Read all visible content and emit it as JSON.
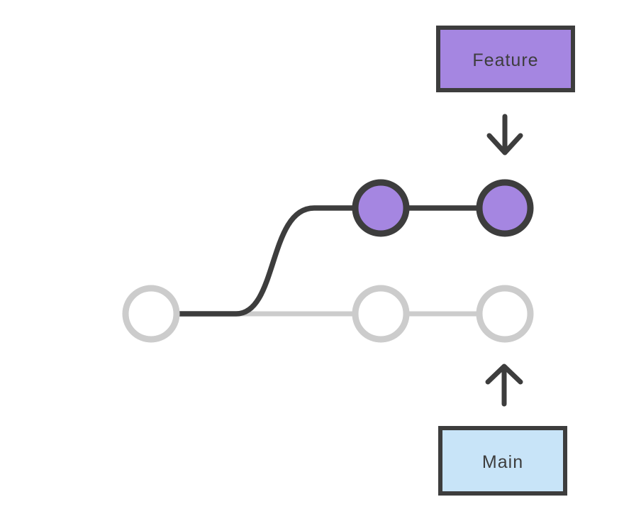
{
  "diagram": {
    "type": "git-branching",
    "labels": {
      "feature": "Feature",
      "main": "Main"
    },
    "branches": [
      {
        "name": "feature",
        "label": "Feature",
        "commit_count": 2,
        "node_style": "filled-purple"
      },
      {
        "name": "main",
        "label": "Main",
        "commit_count": 3,
        "node_style": "outline-gray"
      }
    ],
    "colors": {
      "feature_box_fill": "#a586e1",
      "feature_node_fill": "#a586e1",
      "main_box_fill": "#c8e4f8",
      "main_node_fill": "#ffffff",
      "dark_stroke": "#3d3d3d",
      "light_stroke": "#cccccc",
      "label_text": "#3d3d3d",
      "background": "#ffffff"
    }
  }
}
